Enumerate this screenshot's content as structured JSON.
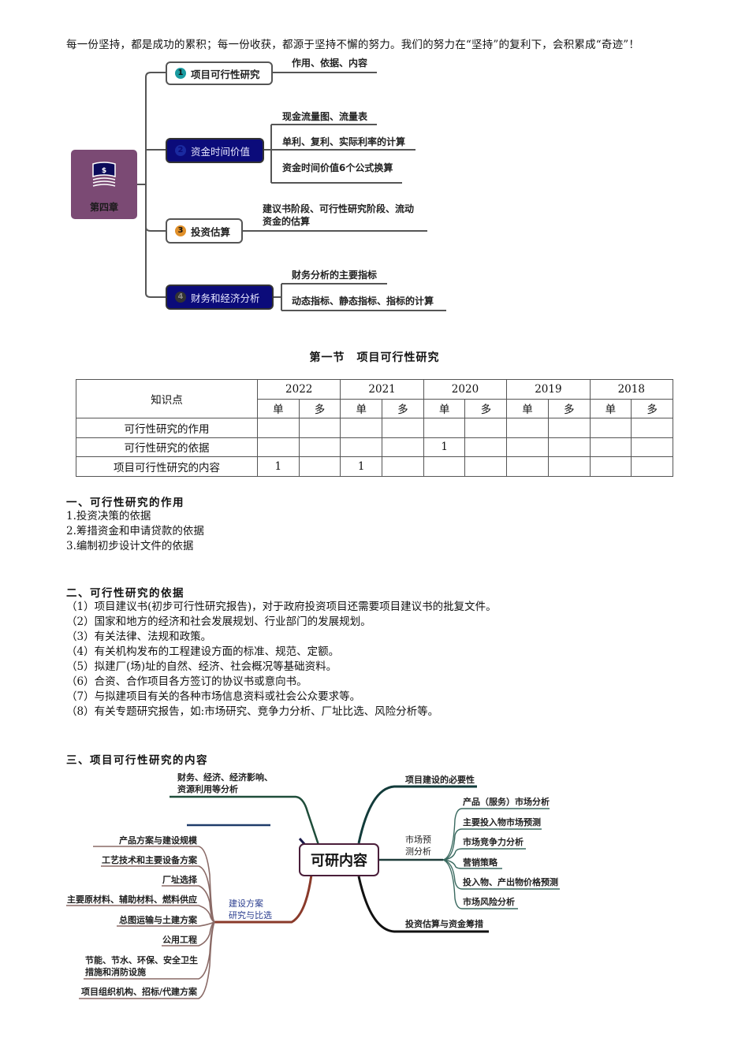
{
  "motto": "每一份坚持，都是成功的累积；每一份收获，都源于坚持不懈的努力。我们的努力在“坚持”的复利下，会积累成“奇迹”！",
  "chapter_map": {
    "chapter_label": "第四章",
    "chapter_icon": "money-flag-icon",
    "branches": [
      {
        "badge": "1",
        "label": "项目可行性研究",
        "style": "light",
        "badge_color": "#1a9aa0",
        "children": [
          "作用、依据、内容"
        ]
      },
      {
        "badge": "2",
        "label": "资金时间价值",
        "style": "dark",
        "badge_color": "#1a2aa0",
        "children": [
          "现金流量图、流量表",
          "单利、复利、实际利率的计算",
          "资金时间价值6个公式换算"
        ]
      },
      {
        "badge": "3",
        "label": "投资估算",
        "style": "light",
        "badge_color": "#e0902a",
        "children": [
          "建议书阶段、可行性研究阶段、流动",
          "资金的估算"
        ]
      },
      {
        "badge": "4",
        "label": "财务和经济分析",
        "style": "dark",
        "badge_color": "#333333",
        "children": [
          "财务分析的主要指标",
          "动态指标、静态指标、指标的计算"
        ]
      }
    ],
    "colors": {
      "chapter_bg": "#7b4a74",
      "dark_node": "#0b0b7a",
      "line": "#555555"
    }
  },
  "section_title": "第一节　项目可行性研究",
  "freq_table": {
    "header_knowledge": "知识点",
    "years": [
      "2022",
      "2021",
      "2020",
      "2019",
      "2018"
    ],
    "sub_single": "单",
    "sub_multi": "多",
    "rows": [
      {
        "label": "可行性研究的作用",
        "cells": [
          "",
          "",
          "",
          "",
          "",
          "",
          "",
          "",
          "",
          ""
        ]
      },
      {
        "label": "可行性研究的依据",
        "cells": [
          "",
          "",
          "",
          "",
          "1",
          "",
          "",
          "",
          "",
          ""
        ]
      },
      {
        "label": "项目可行性研究的内容",
        "cells": [
          "1",
          "",
          "1",
          "",
          "",
          "",
          "",
          "",
          "",
          ""
        ]
      }
    ]
  },
  "part1": {
    "title": "一、可行性研究的作用",
    "items": [
      "1.投资决策的依据",
      "2.筹措资金和申请贷款的依据",
      "3.编制初步设计文件的依据"
    ]
  },
  "part2": {
    "title": "二、可行性研究的依据",
    "items": [
      "（1）项目建议书(初步可行性研究报告)，对于政府投资项目还需要项目建议书的批复文件。",
      "（2）国家和地方的经济和社会发展规划、行业部门的发展规划。",
      "（3）有关法律、法规和政策。",
      "（4）有关机构发布的工程建设方面的标准、规范、定额。",
      "（5）拟建厂(场)址的自然、经济、社会概况等基础资料。",
      "（6）合资、合作项目各方签订的协议书或意向书。",
      "（7）与拟建项目有关的各种市场信息资料或社会公众要求等。",
      "（8）有关专题研究报告，如:市场研究、竞争力分析、厂址比选、风险分析等。"
    ]
  },
  "part3": {
    "title": "三、项目可行性研究的内容",
    "center": "可研内容",
    "top_left": [
      "财务、经济、经济影响、",
      "资源利用等分析"
    ],
    "left_branch": {
      "label": [
        "建设方案",
        "研究与比选"
      ],
      "items": [
        "产品方案与建设规模",
        "工艺技术和主要设备方案",
        "厂址选择",
        "主要原材料、辅助材料、燃料供应",
        "总图运输与土建方案",
        "公用工程",
        "节能、节水、环保、安全卫生",
        "措施和消防设施",
        "项目组织机构、招标/代建方案"
      ]
    },
    "right_top": "项目建设的必要性",
    "right_branch": {
      "label": [
        "市场预",
        "测分析"
      ],
      "items": [
        "产品（服务）市场分析",
        "主要投入物市场预测",
        "市场竞争力分析",
        "营销策略",
        "投入物、产出物价格预测",
        "市场风险分析"
      ]
    },
    "right_bottom": "投资估算与资金筹措"
  }
}
